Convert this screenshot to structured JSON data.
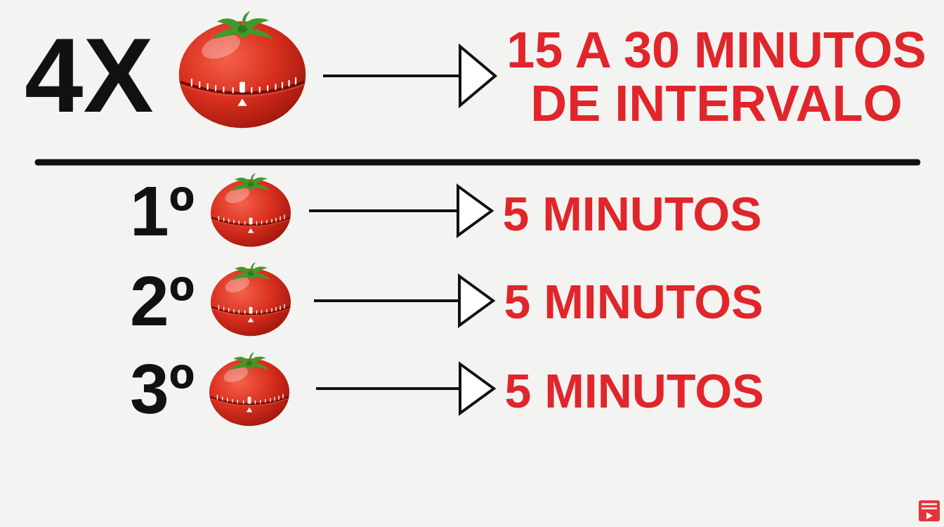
{
  "diagram": {
    "nodes": [
      {
        "text": [
          "4X"
        ]
      },
      {
        "text": [
          "15 A 30 MINUTOS DE INTERVALO"
        ]
      },
      {
        "text": [
          "1º"
        ]
      },
      {
        "text": [
          "5 MINUTOS"
        ]
      },
      {
        "text": [
          "2º"
        ]
      },
      {
        "text": [
          "5 MINUTOS"
        ]
      },
      {
        "text": [
          "3º"
        ]
      },
      {
        "text": [
          "5 MINUTOS"
        ]
      }
    ],
    "edges": [
      {
        "from": 0,
        "to": 1,
        "arrow": "to"
      },
      {
        "from": 2,
        "to": 3,
        "arrow": "to"
      },
      {
        "from": 4,
        "to": 5,
        "arrow": "to"
      },
      {
        "from": 6,
        "to": 7,
        "arrow": "to"
      }
    ]
  }
}
